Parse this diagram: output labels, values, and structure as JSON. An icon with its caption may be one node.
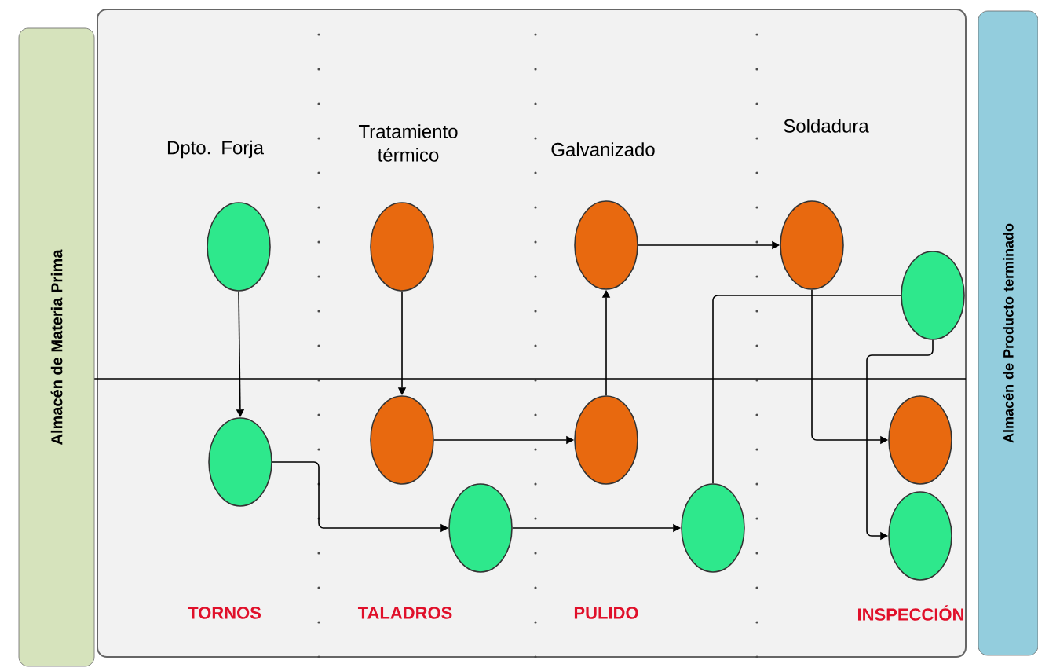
{
  "diagram": {
    "nodes": [
      {
        "text": [
          "Almacén de Materia Prima"
        ]
      },
      {
        "text": [],
        "shape": "circle"
      },
      {
        "text": [],
        "shape": "circle"
      },
      {
        "text": [],
        "shape": "circle"
      },
      {
        "text": [],
        "shape": "circle"
      },
      {
        "text": [],
        "shape": "circle"
      },
      {
        "text": [],
        "shape": "circle"
      },
      {
        "text": [],
        "shape": "circle"
      },
      {
        "text": [],
        "shape": "circle"
      },
      {
        "text": [],
        "shape": "circle"
      },
      {
        "text": [],
        "shape": "circle"
      },
      {
        "text": [],
        "shape": "circle"
      },
      {
        "text": [],
        "shape": "circle"
      },
      {
        "text": [
          "Almacén de Producto terminado"
        ]
      }
    ],
    "edges": [
      {
        "from": 1,
        "to": 6,
        "arrow": "to"
      },
      {
        "from": 2,
        "to": 7,
        "arrow": "to"
      },
      {
        "from": 7,
        "to": 9,
        "arrow": "to"
      },
      {
        "from": 9,
        "to": 3,
        "arrow": "to"
      },
      {
        "from": 3,
        "to": 4,
        "arrow": "to"
      },
      {
        "from": 6,
        "to": 8,
        "arrow": "to"
      },
      {
        "from": 8,
        "to": 10,
        "arrow": "to"
      },
      {
        "from": 10,
        "to": 5,
        "arrow": "none"
      },
      {
        "from": 4,
        "to": 11,
        "arrow": "to"
      },
      {
        "from": 5,
        "to": 12,
        "arrow": "to"
      }
    ],
    "labels": [
      "Dpto. Forja",
      "Tratamiento térmico",
      "Galvanizado",
      "Soldadura",
      "TORNOS",
      "TALADROS",
      "PULIDO",
      "INSPECCIÓN"
    ]
  }
}
